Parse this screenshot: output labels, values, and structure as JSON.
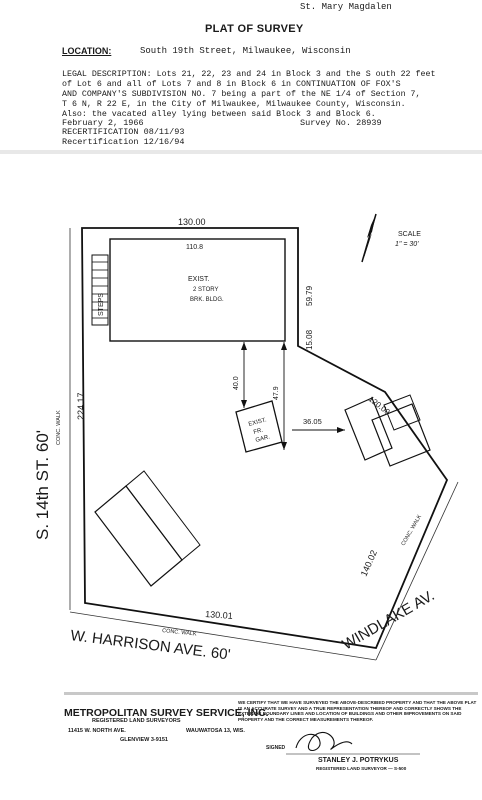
{
  "header": {
    "top_note": "St. Mary Magdalen",
    "title": "PLAT OF SURVEY",
    "location_label": "LOCATION:",
    "location": "South 19th Street, Milwaukee, Wisconsin",
    "legal_label": "LEGAL DESCRIPTION",
    "legal_text": "LEGAL DESCRIPTION: Lots 21, 22, 23 and 24 in Block 3 and the S outh 22 feet\nof Lot 6 and all of Lots 7 and 8 in Block 6 in CONTINUATION OF FOX'S\nAND COMPANY'S SUBDIVISION NO. 7 being a part of the NE 1/4 of Section 7,\nT 6 N, R 22 E, in the City of Milwaukee, Milwaukee County, Wisconsin.\nAlso: the vacated alley lying between said Block 3 and Block 6.",
    "date": "February 2, 1966",
    "recert_1": "RECERTIFICATION 08/11/93",
    "recert_2": "Recertification 12/16/94",
    "survey_no": "Survey No. 28939"
  },
  "plat": {
    "scale_label": "SCALE",
    "scale_value": "1\" = 30'",
    "dim_top": "130.00",
    "dim_left": "224.17",
    "dim_right_top": "59.79",
    "dim_diag": "120.00",
    "dim_bottom": "130.01",
    "dim_windlake": "140.02",
    "dim_40": "40.0",
    "dim_47": "47.9",
    "dim_36": "36.05",
    "dim_110": "110.8",
    "dim_15": "15.08",
    "street_left": "S. 14th ST. 60'",
    "street_bottom": "W. HARRISON AVE. 60'",
    "street_right": "WINDLAKE AV.",
    "bldg_main": [
      "EXIST.",
      "2 STORY",
      "BRK. BLDG."
    ],
    "garage": [
      "EXIST.",
      "FR.",
      "GAR."
    ],
    "steps": "STEPS",
    "walk_left": "CONC. WALK",
    "walk_bottom": "CONC. WALK",
    "walk_right": "CONC. WALK"
  },
  "footer": {
    "company": "METROPOLITAN SURVEY SERVICE, INC.",
    "registered": "REGISTERED LAND SURVEYORS",
    "address": "11415 W. NORTH AVE.",
    "city": "WAUWATOSA 13, WIS.",
    "phone": "GLENVIEW 3-9151",
    "certification": "WE CERTIFY THAT WE HAVE SURVEYED THE ABOVE-DESCRIBED PROPERTY AND THAT THE ABOVE PLAT IS AN ACCURATE SURVEY AND A TRUE REPRESENTATION THEREOF AND CORRECTLY SHOWS THE EXTERIOR BOUNDARY LINES AND LOCATION OF BUILDINGS AND OTHER IMPROVEMENTS ON SAID PROPERTY AND THE CORRECT MEASUREMENTS THEREOF.",
    "signed_label": "SIGNED",
    "surveyor": "STANLEY J. POTRYKUS",
    "surveyor_title": "REGISTERED LAND SURVEYOR — S-500"
  }
}
